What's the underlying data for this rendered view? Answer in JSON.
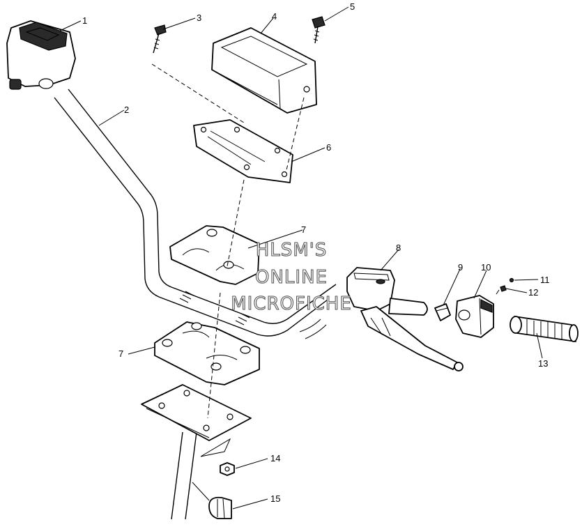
{
  "callouts": [
    "1",
    "2",
    "3",
    "4",
    "5",
    "6",
    "7",
    "7",
    "8",
    "9",
    "10",
    "11",
    "12",
    "13",
    "14",
    "15"
  ],
  "watermark": {
    "line1": "HLSM'S",
    "line2": "ONLINE",
    "line3": "MICROFICHE"
  },
  "colors": {
    "line": "#000000",
    "background": "#ffffff",
    "watermark_outline": "#555555"
  }
}
